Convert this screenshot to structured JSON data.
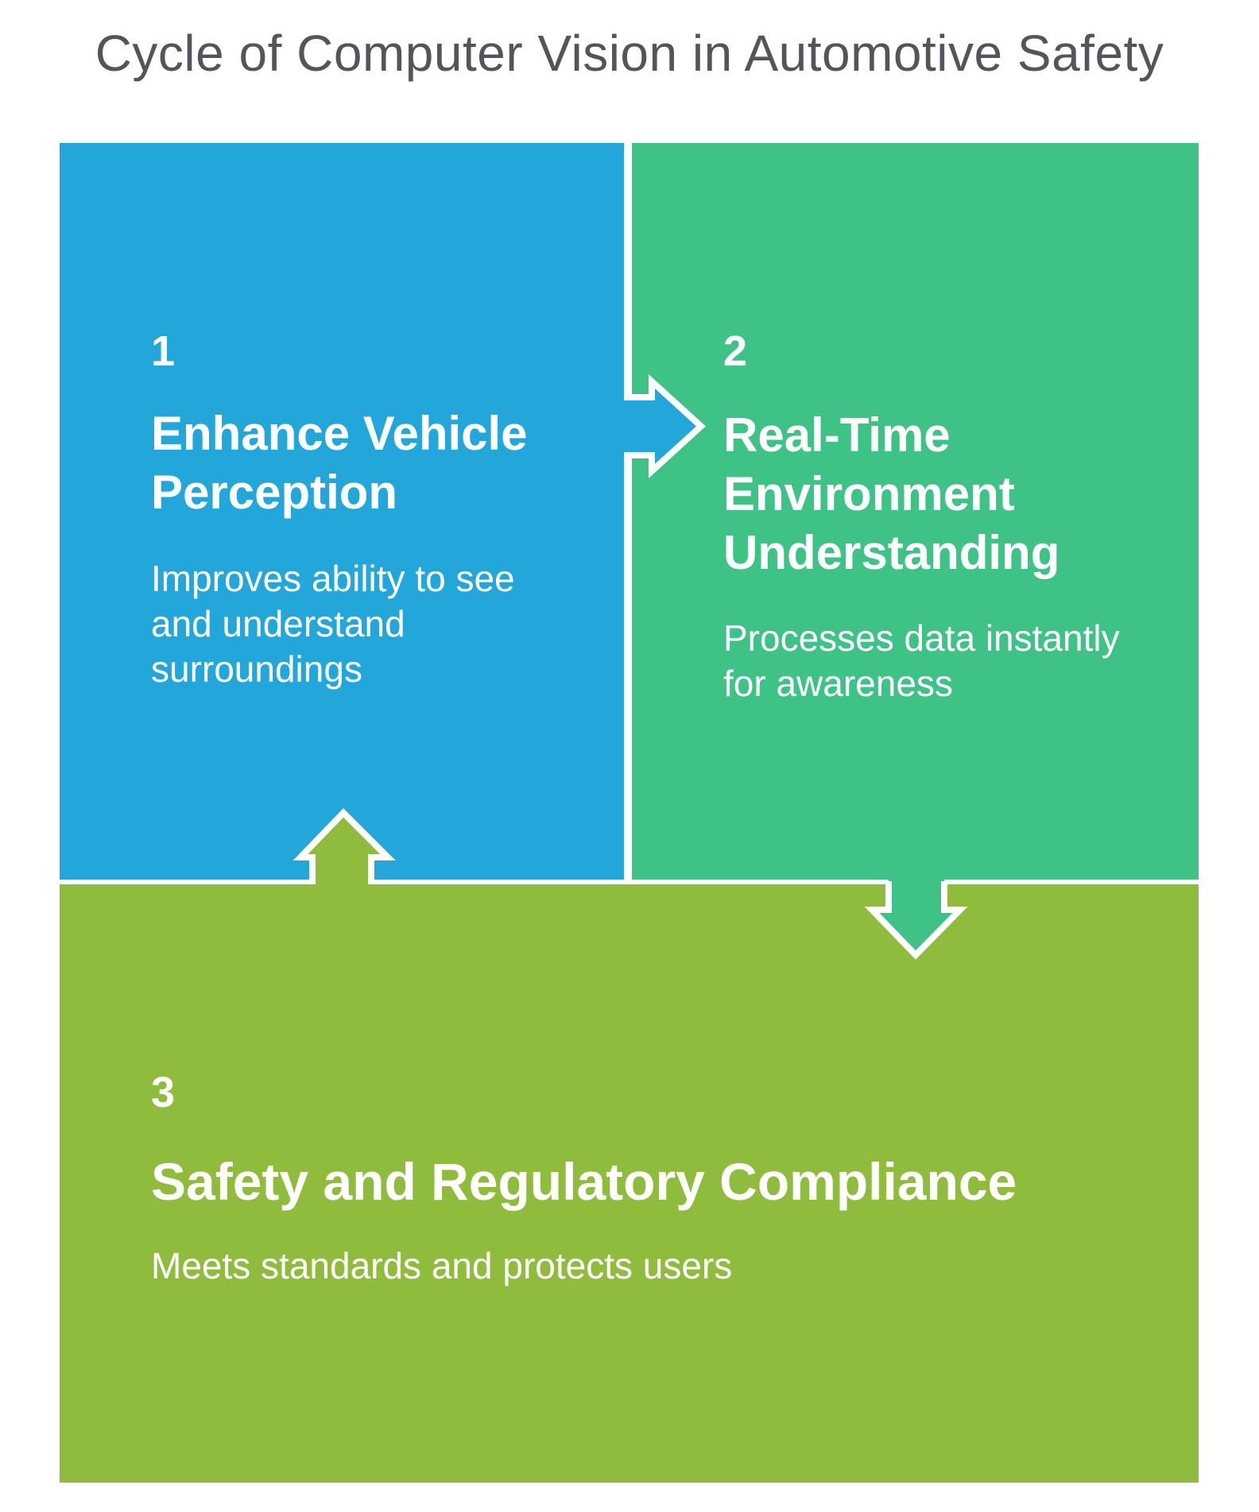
{
  "title": "Cycle of Computer Vision in Automotive Safety",
  "colors": {
    "blue": "#23A7DA",
    "green": "#3EC286",
    "olive": "#8FBC3D",
    "title": "#54555A",
    "text_on_panels": "#FFFFFF",
    "arrow_outline": "#FFFFFF"
  },
  "steps": [
    {
      "number": "1",
      "heading": [
        "Enhance Vehicle",
        "Perception"
      ],
      "description": [
        "Improves ability to see",
        "and understand",
        "surroundings"
      ]
    },
    {
      "number": "2",
      "heading": [
        "Real-Time",
        "Environment",
        "Understanding"
      ],
      "description": [
        "Processes data instantly",
        "for awareness"
      ]
    },
    {
      "number": "3",
      "heading": [
        "Safety and Regulatory Compliance"
      ],
      "description": [
        "Meets standards and protects users"
      ]
    }
  ],
  "arrows": [
    {
      "from": "1",
      "to": "2",
      "direction": "right"
    },
    {
      "from": "2",
      "to": "3",
      "direction": "down"
    },
    {
      "from": "3",
      "to": "1",
      "direction": "up"
    }
  ]
}
